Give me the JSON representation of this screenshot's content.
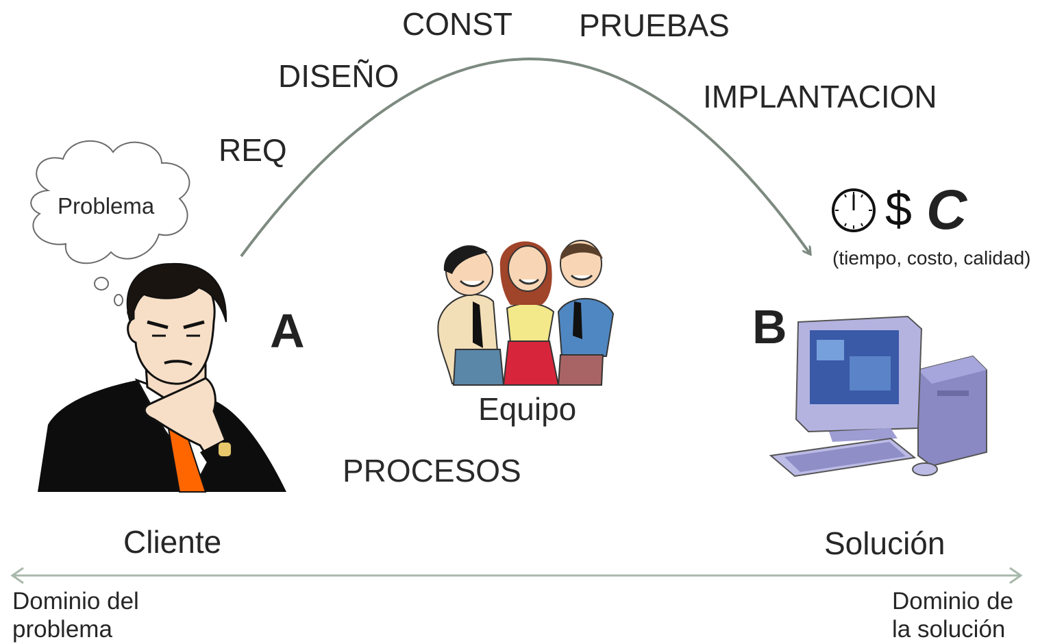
{
  "phases": {
    "req": "REQ",
    "diseno": "DISEÑO",
    "const": "CONST",
    "pruebas": "PRUEBAS",
    "implantacion": "IMPLANTACION"
  },
  "thought_bubble": "Problema",
  "points": {
    "a": "A",
    "b": "B"
  },
  "team_label": "Equipo",
  "process_label": "PROCESOS",
  "client_label": "Cliente",
  "solution_label": "Solución",
  "constraints": {
    "symbols": [
      "clock-icon",
      "$",
      "C"
    ],
    "dollar": "$",
    "quality": "C",
    "caption": "(tiempo, costo, calidad)"
  },
  "domains": {
    "problem": [
      "Dominio del",
      "problema"
    ],
    "solution": [
      "Dominio de",
      "la solución"
    ]
  },
  "colors": {
    "arc": "#7d8a80",
    "axis": "#a8b8ab",
    "tie": "#ff6600"
  }
}
